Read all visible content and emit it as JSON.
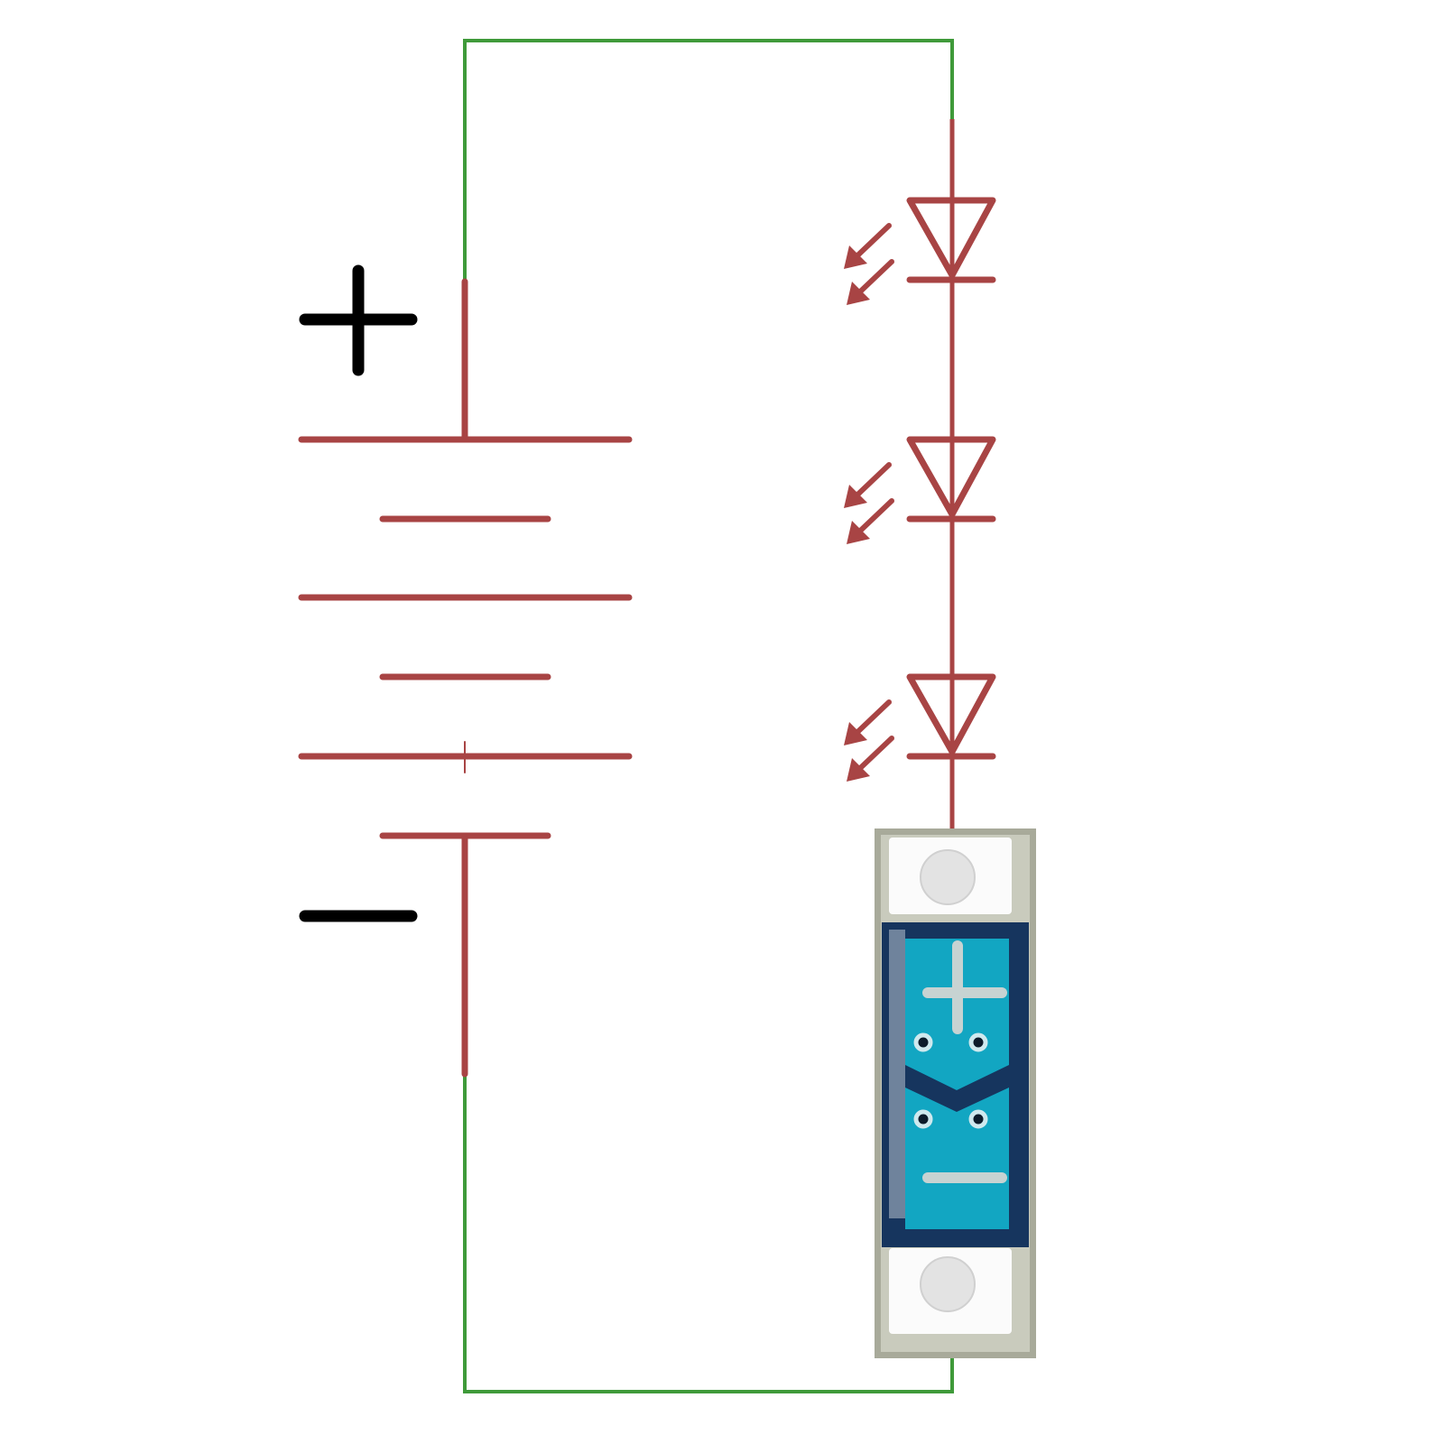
{
  "diagram": {
    "type": "circuit-schematic",
    "components": [
      {
        "kind": "battery",
        "cells": 3,
        "polarity_markers": [
          "plus",
          "minus"
        ]
      },
      {
        "kind": "led",
        "count": 3,
        "orientation": "series"
      },
      {
        "kind": "pcb-module",
        "pads": [
          "plus",
          "minus"
        ]
      }
    ],
    "colors": {
      "wire_green": "#3f9a3a",
      "schematic_red": "#a84444",
      "polarity_black": "#000000",
      "pcb_blue": "#12a6c2",
      "pcb_dark": "#16355e",
      "pcb_border": "#a8aa9a"
    }
  }
}
